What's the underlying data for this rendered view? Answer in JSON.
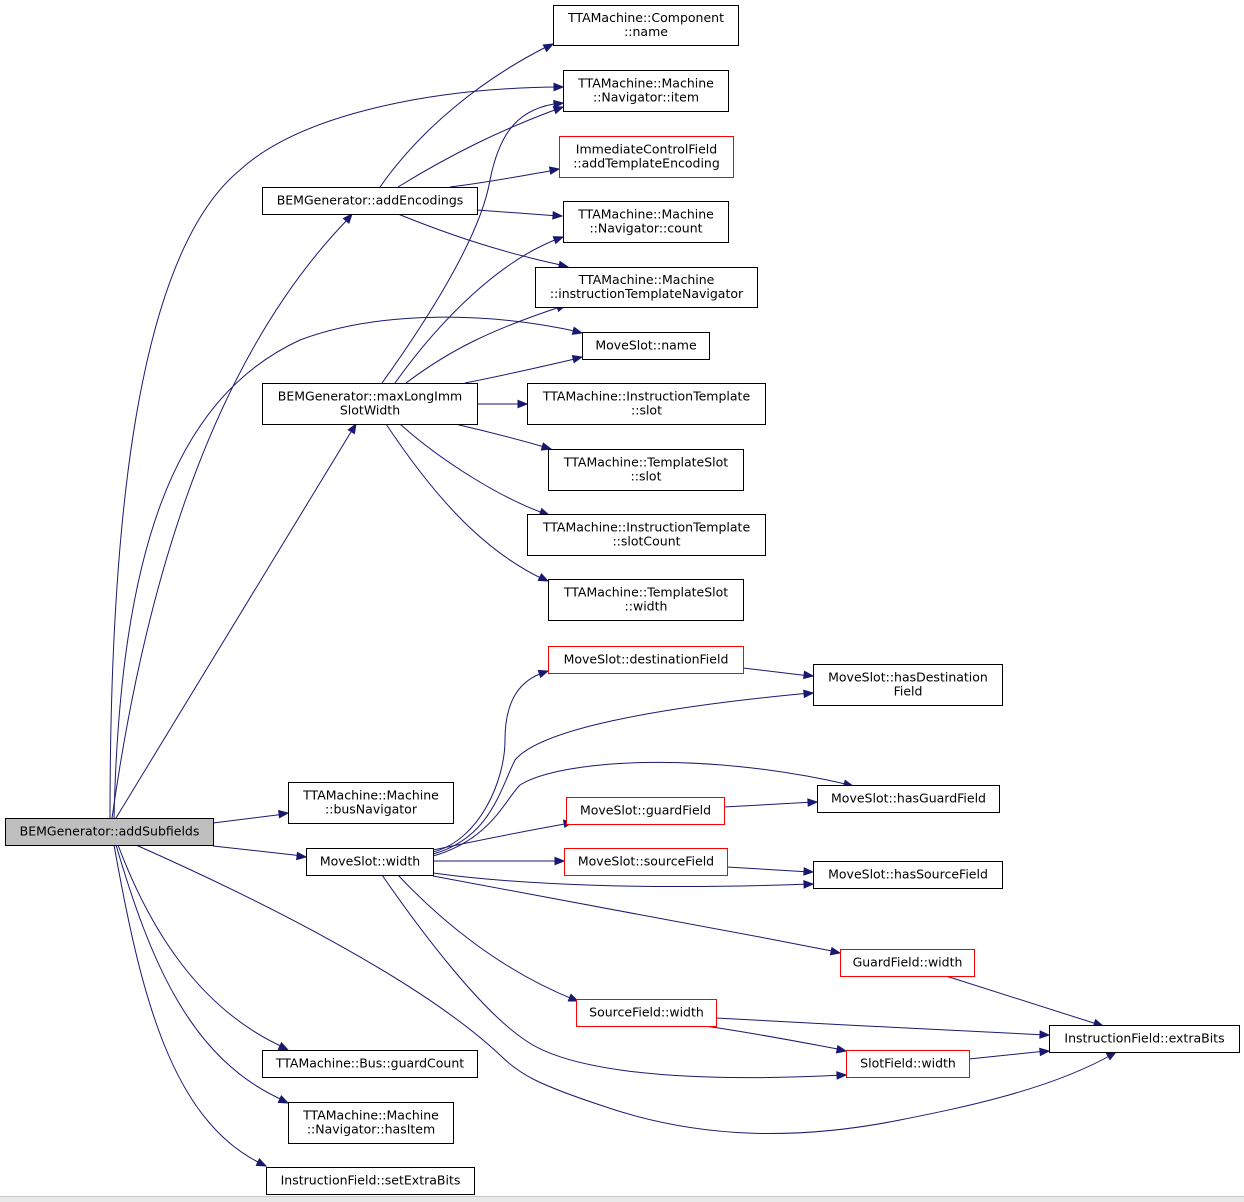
{
  "graph": {
    "colors": {
      "edge": "#191970",
      "focus_fill": "#bfbfbf",
      "border_normal": "#000000",
      "border_truncated": "#ff0000"
    },
    "nodes": [
      {
        "id": "root",
        "lines": [
          "BEMGenerator::addSubfields"
        ],
        "style": "focus"
      },
      {
        "id": "addEncodings",
        "lines": [
          "BEMGenerator::addEncodings"
        ],
        "style": "normal"
      },
      {
        "id": "maxLongImm",
        "lines": [
          "BEMGenerator::maxLongImm",
          "SlotWidth"
        ],
        "style": "normal"
      },
      {
        "id": "busNavigator",
        "lines": [
          "TTAMachine::Machine",
          "::busNavigator"
        ],
        "style": "normal"
      },
      {
        "id": "moveSlotWidth",
        "lines": [
          "MoveSlot::width"
        ],
        "style": "normal"
      },
      {
        "id": "guardCount",
        "lines": [
          "TTAMachine::Bus::guardCount"
        ],
        "style": "normal"
      },
      {
        "id": "hasItem",
        "lines": [
          "TTAMachine::Machine",
          "::Navigator::hasItem"
        ],
        "style": "normal"
      },
      {
        "id": "setExtraBits",
        "lines": [
          "InstructionField::setExtraBits"
        ],
        "style": "normal"
      },
      {
        "id": "componentName",
        "lines": [
          "TTAMachine::Component",
          "::name"
        ],
        "style": "normal"
      },
      {
        "id": "navItem",
        "lines": [
          "TTAMachine::Machine",
          "::Navigator::item"
        ],
        "style": "normal"
      },
      {
        "id": "addTemplateEncoding",
        "lines": [
          "ImmediateControlField",
          "::addTemplateEncoding"
        ],
        "style": "truncated"
      },
      {
        "id": "navCount",
        "lines": [
          "TTAMachine::Machine",
          "::Navigator::count"
        ],
        "style": "normal"
      },
      {
        "id": "itNavigator",
        "lines": [
          "TTAMachine::Machine",
          "::instructionTemplateNavigator"
        ],
        "style": "normal"
      },
      {
        "id": "moveSlotName",
        "lines": [
          "MoveSlot::name"
        ],
        "style": "normal"
      },
      {
        "id": "itSlot",
        "lines": [
          "TTAMachine::InstructionTemplate",
          "::slot"
        ],
        "style": "normal"
      },
      {
        "id": "tsSlot",
        "lines": [
          "TTAMachine::TemplateSlot",
          "::slot"
        ],
        "style": "normal"
      },
      {
        "id": "itSlotCount",
        "lines": [
          "TTAMachine::InstructionTemplate",
          "::slotCount"
        ],
        "style": "normal"
      },
      {
        "id": "tsWidth",
        "lines": [
          "TTAMachine::TemplateSlot",
          "::width"
        ],
        "style": "normal"
      },
      {
        "id": "destinationField",
        "lines": [
          "MoveSlot::destinationField"
        ],
        "style": "truncated"
      },
      {
        "id": "hasDestinationField",
        "lines": [
          "MoveSlot::hasDestination",
          "Field"
        ],
        "style": "normal"
      },
      {
        "id": "guardField",
        "lines": [
          "MoveSlot::guardField"
        ],
        "style": "truncated"
      },
      {
        "id": "hasGuardField",
        "lines": [
          "MoveSlot::hasGuardField"
        ],
        "style": "normal"
      },
      {
        "id": "sourceField",
        "lines": [
          "MoveSlot::sourceField"
        ],
        "style": "truncated"
      },
      {
        "id": "hasSourceField",
        "lines": [
          "MoveSlot::hasSourceField"
        ],
        "style": "normal"
      },
      {
        "id": "guardFieldWidth",
        "lines": [
          "GuardField::width"
        ],
        "style": "truncated"
      },
      {
        "id": "sourceFieldWidth",
        "lines": [
          "SourceField::width"
        ],
        "style": "truncated"
      },
      {
        "id": "extraBits",
        "lines": [
          "InstructionField::extraBits"
        ],
        "style": "normal"
      },
      {
        "id": "slotFieldWidth",
        "lines": [
          "SlotField::width"
        ],
        "style": "truncated"
      }
    ],
    "edges": [
      {
        "from": "root",
        "to": "navItem"
      },
      {
        "from": "root",
        "to": "addEncodings"
      },
      {
        "from": "root",
        "to": "moveSlotName"
      },
      {
        "from": "root",
        "to": "maxLongImm"
      },
      {
        "from": "root",
        "to": "busNavigator"
      },
      {
        "from": "root",
        "to": "moveSlotWidth"
      },
      {
        "from": "root",
        "to": "guardCount"
      },
      {
        "from": "root",
        "to": "hasItem"
      },
      {
        "from": "root",
        "to": "setExtraBits"
      },
      {
        "from": "root",
        "to": "extraBits"
      },
      {
        "from": "addEncodings",
        "to": "componentName"
      },
      {
        "from": "addEncodings",
        "to": "navItem"
      },
      {
        "from": "addEncodings",
        "to": "addTemplateEncoding"
      },
      {
        "from": "addEncodings",
        "to": "navCount"
      },
      {
        "from": "addEncodings",
        "to": "itNavigator"
      },
      {
        "from": "maxLongImm",
        "to": "navItem"
      },
      {
        "from": "maxLongImm",
        "to": "navCount"
      },
      {
        "from": "maxLongImm",
        "to": "itNavigator"
      },
      {
        "from": "maxLongImm",
        "to": "moveSlotName"
      },
      {
        "from": "maxLongImm",
        "to": "itSlot"
      },
      {
        "from": "maxLongImm",
        "to": "tsSlot"
      },
      {
        "from": "maxLongImm",
        "to": "itSlotCount"
      },
      {
        "from": "maxLongImm",
        "to": "tsWidth"
      },
      {
        "from": "moveSlotWidth",
        "to": "destinationField"
      },
      {
        "from": "moveSlotWidth",
        "to": "hasDestinationField"
      },
      {
        "from": "moveSlotWidth",
        "to": "hasGuardField"
      },
      {
        "from": "moveSlotWidth",
        "to": "guardField"
      },
      {
        "from": "moveSlotWidth",
        "to": "sourceField"
      },
      {
        "from": "moveSlotWidth",
        "to": "hasSourceField"
      },
      {
        "from": "moveSlotWidth",
        "to": "guardFieldWidth"
      },
      {
        "from": "moveSlotWidth",
        "to": "sourceFieldWidth"
      },
      {
        "from": "moveSlotWidth",
        "to": "slotFieldWidth"
      },
      {
        "from": "destinationField",
        "to": "hasDestinationField"
      },
      {
        "from": "guardField",
        "to": "hasGuardField"
      },
      {
        "from": "sourceField",
        "to": "hasSourceField"
      },
      {
        "from": "guardFieldWidth",
        "to": "extraBits"
      },
      {
        "from": "sourceFieldWidth",
        "to": "extraBits"
      },
      {
        "from": "sourceFieldWidth",
        "to": "slotFieldWidth"
      },
      {
        "from": "slotFieldWidth",
        "to": "extraBits"
      }
    ]
  }
}
